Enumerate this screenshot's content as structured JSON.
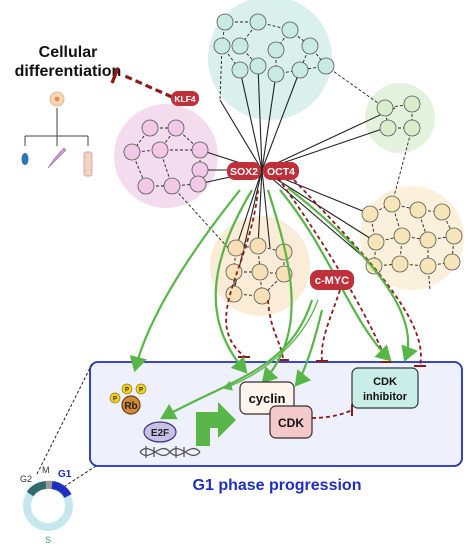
{
  "title_line1": "Cellular",
  "title_line2": "differentiation",
  "klf4": "KLF4",
  "sox2": "SOX2",
  "oct4": "OCT4",
  "cmyc": "c-MYC",
  "cyclin": "cyclin",
  "cdk": "CDK",
  "cdk_inhibitor_line1": "CDK",
  "cdk_inhibitor_line2": "inhibitor",
  "rb": "Rb",
  "p": "P",
  "e2f": "E2F",
  "g1_phase": "G1 phase progression",
  "cycle": {
    "g1": "G1",
    "g2": "G2",
    "m": "M",
    "s": "S"
  },
  "colors": {
    "red_label": "#c0303a",
    "green_arrow": "#58b548",
    "dash_red": "#8c1a1a",
    "box_border": "#1e2fbf",
    "box_fill": "#eef1fb",
    "phase_text": "#1e2fbf",
    "module_teal": "#c7e8e4",
    "module_pink": "#f1d3ea",
    "module_green": "#dcefd6",
    "module_yellow": "#f6ead0"
  }
}
